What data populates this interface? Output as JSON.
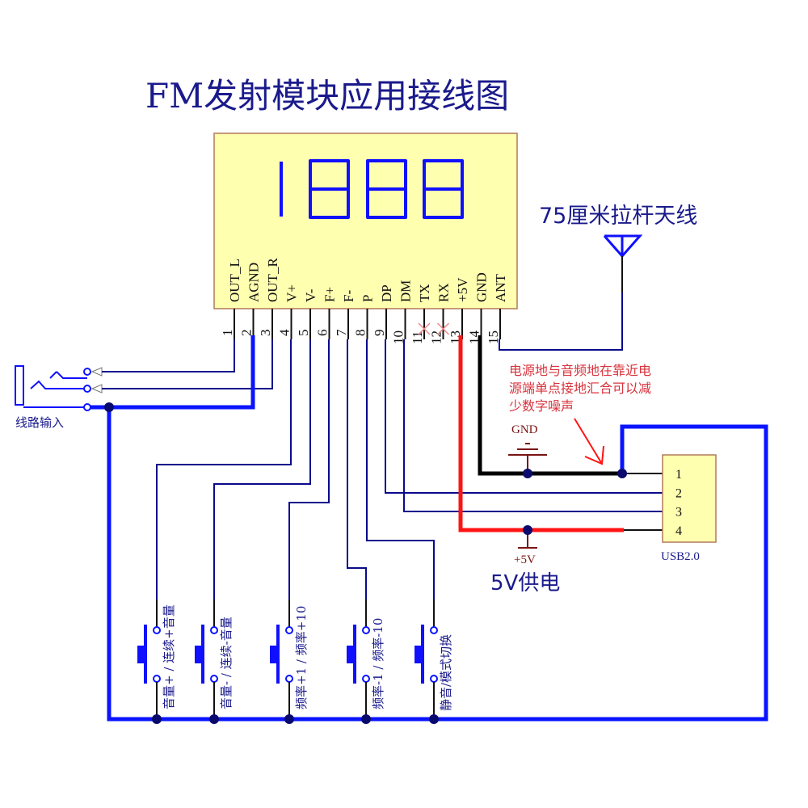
{
  "title": "FM发射模块应用接线图",
  "module": {
    "display_digits": "1888",
    "fill_color": "#ffffb0",
    "pins": [
      {
        "num": "1",
        "label": "OUT_L"
      },
      {
        "num": "2",
        "label": "AGND"
      },
      {
        "num": "3",
        "label": "OUT_R"
      },
      {
        "num": "4",
        "label": "V+"
      },
      {
        "num": "5",
        "label": "V-"
      },
      {
        "num": "6",
        "label": "F+"
      },
      {
        "num": "7",
        "label": "F-"
      },
      {
        "num": "8",
        "label": "P"
      },
      {
        "num": "9",
        "label": "DP"
      },
      {
        "num": "10",
        "label": "DM"
      },
      {
        "num": "11",
        "label": "TX"
      },
      {
        "num": "12",
        "label": "RX"
      },
      {
        "num": "13",
        "label": "+5V"
      },
      {
        "num": "14",
        "label": "GND"
      },
      {
        "num": "15",
        "label": "ANT"
      }
    ],
    "unconnected_pins": [
      "11",
      "12"
    ]
  },
  "antenna": {
    "label": "75厘米拉杆天线"
  },
  "note": {
    "lines": [
      "电源地与音频地在靠近电",
      "源端单点接地汇合可以减",
      "少数字噪声"
    ],
    "color": "#d8323c"
  },
  "ground_symbol": {
    "label": "GND"
  },
  "power_symbol": {
    "label": "+5V"
  },
  "supply_label": "5V供电",
  "usb": {
    "label": "USB2.0",
    "pins": [
      "1",
      "2",
      "3",
      "4"
    ]
  },
  "line_input": {
    "label": "线路输入"
  },
  "buttons": [
    {
      "label": "音量+ / 连续+音量"
    },
    {
      "label": "音量- / 连续-音量"
    },
    {
      "label": "频率+1 / 频率+10"
    },
    {
      "label": "频率-1 / 频率-10"
    },
    {
      "label": "静音/模式切换"
    }
  ],
  "colors": {
    "wire": "#0a0a8c",
    "ground_bus": "#0a14ff",
    "power": "#ff1414",
    "gnd_wire": "#000000"
  }
}
